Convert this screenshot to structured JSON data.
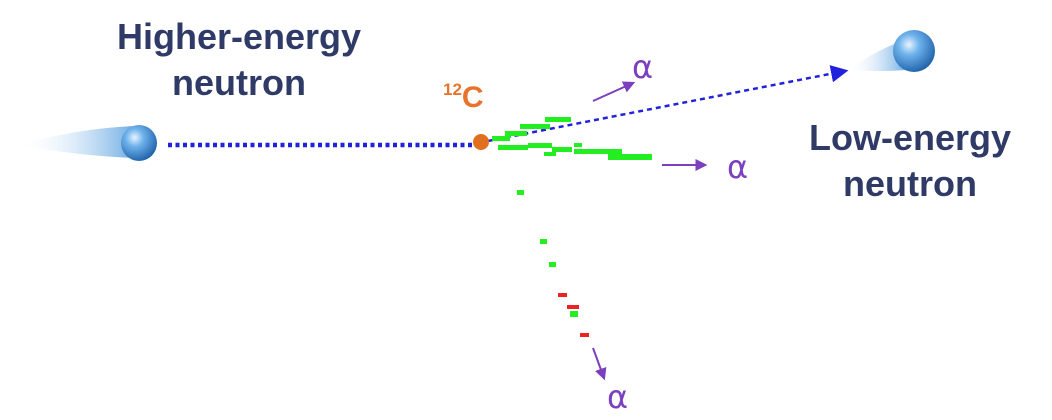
{
  "diagram": {
    "incoming_label": {
      "line1": "Higher-energy",
      "line2": "neutron"
    },
    "outgoing_label": {
      "line1": "Low-energy",
      "line2": "neutron"
    },
    "nucleus_label": {
      "mass_number": "12",
      "symbol": "C"
    },
    "alpha_labels": [
      "α",
      "α",
      "α"
    ],
    "colors": {
      "neutron_text": "#2f3a66",
      "nucleus": "#e8742c",
      "neutron_path": "#2222dd",
      "alpha": "#7b3fbf",
      "track_green": "#22ee22",
      "track_red": "#ee2222",
      "neutron_ball": "#3a8fd6"
    },
    "icons": [
      "neutron-ball-icon",
      "nucleus-dot-icon",
      "arrow-icon"
    ]
  }
}
